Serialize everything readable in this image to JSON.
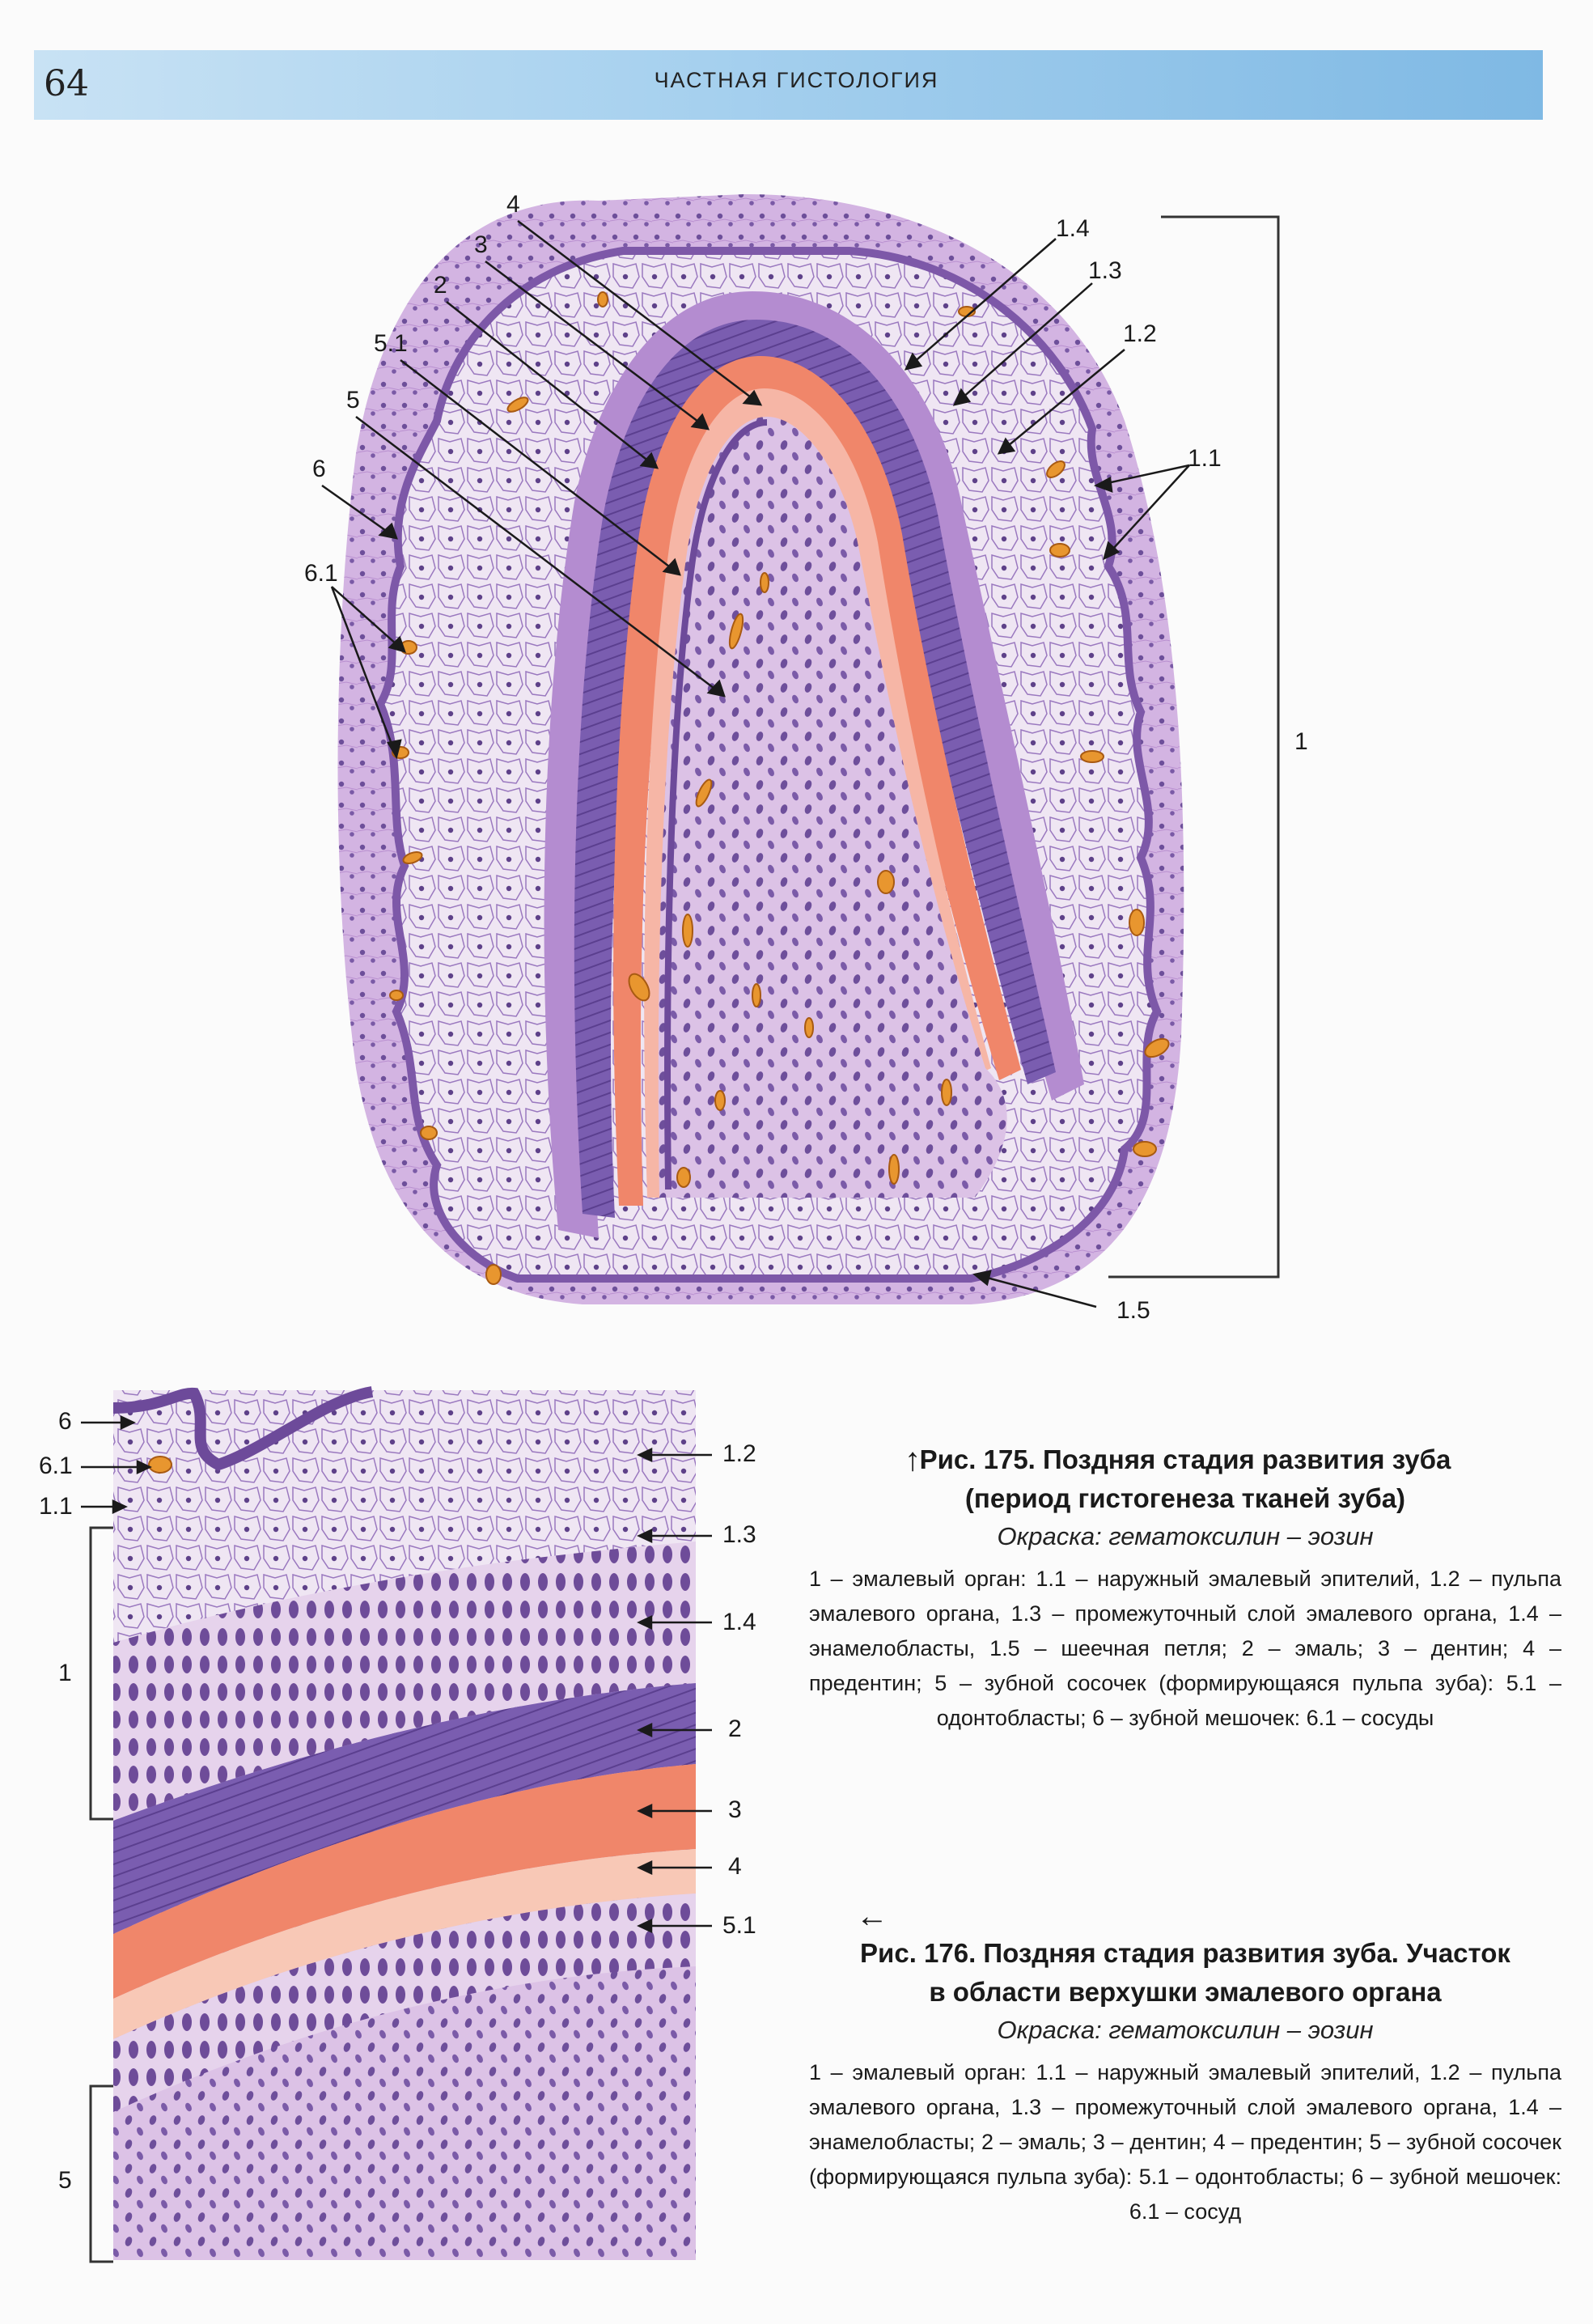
{
  "header": {
    "page_number": "64",
    "running_title": "ЧАСТНАЯ ГИСТОЛОГИЯ",
    "bar_color": "#a9d2ef"
  },
  "figure175": {
    "labels": {
      "l4": "4",
      "l3": "3",
      "l2": "2",
      "l51": "5.1",
      "l5": "5",
      "l6": "6",
      "l61": "6.1",
      "l14": "1.4",
      "l13": "1.3",
      "l12": "1.2",
      "l11": "1.1",
      "l1": "1",
      "l15": "1.5"
    },
    "arrow_icon": "up-arrow-icon",
    "caption": {
      "title_line1": "Рис. 175. Поздняя стадия развития зуба",
      "title_line2": "(период гистогенеза тканей зуба)",
      "stain": "Окраска: гематоксилин – эозин",
      "body": "1 – эмалевый орган: 1.1 – наружный эмалевый эпителий, 1.2 – пульпа эмалевого органа, 1.3 – промежуточный слой эмалевого органа, 1.4 – энамелобласты, 1.5 – шеечная петля; 2 – эмаль; 3 – дентин; 4 – предентин; 5 – зубной сосочек (формирующаяся пульпа зуба): 5.1 – одонтобласты; 6 – зубной мешочек: 6.1 – сосуды"
    }
  },
  "figure176": {
    "labels": {
      "l6": "6",
      "l61": "6.1",
      "l11": "1.1",
      "l1": "1",
      "l5": "5",
      "l12": "1.2",
      "l13": "1.3",
      "l14": "1.4",
      "l2": "2",
      "l3": "3",
      "l4": "4",
      "l51": "5.1"
    },
    "arrow_icon": "left-arrow-icon",
    "caption": {
      "title_line1": "Рис. 176. Поздняя стадия развития зуба. Участок",
      "title_line2": "в области верхушки эмалевого органа",
      "stain": "Окраска: гематоксилин – эозин",
      "body": "1 – эмалевый орган: 1.1 – наружный эмалевый эпителий, 1.2 – пульпа эмалевого органа, 1.3 – промежуточный слой эмалевого органа, 1.4 – энамелобласты; 2 – эмаль; 3 – дентин; 4 – предентин; 5 – зубной сосочек (формирующаяся пульпа зуба): 5.1 – одонтобласты; 6 – зубной мешочек: 6.1 – сосуд"
    }
  },
  "colors": {
    "tissue": "#c9a6dc",
    "enamel": "#6a4fa3",
    "dentin": "#f08a6a",
    "vessel": "#e8962f"
  }
}
